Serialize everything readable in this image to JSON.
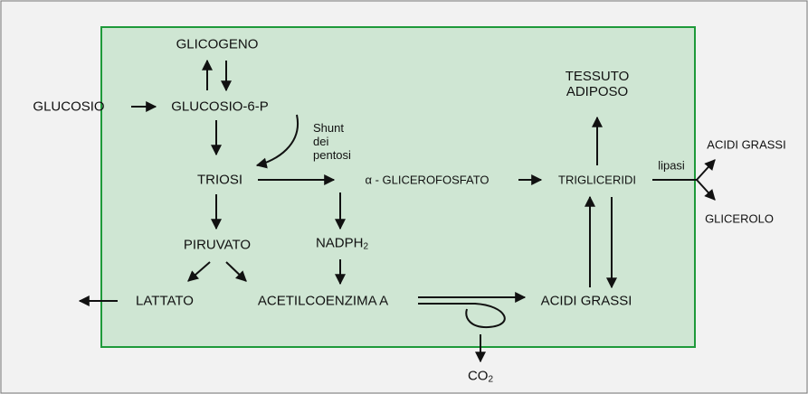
{
  "nodes": {
    "glicogeno": "GLICOGENO",
    "glucosio": "GLUCOSIO",
    "glucosio6p": "GLUCOSIO-6-P",
    "shunt_line1": "Shunt",
    "shunt_line2": "dei",
    "shunt_line3": "pentosi",
    "triosi": "TRIOSI",
    "alpha_glicerofosfato": "α - GLICEROFOSFATO",
    "trigliceridi": "TRIGLICERIDI",
    "tessuto_line1": "TESSUTO",
    "tessuto_line2": "ADIPOSO",
    "lipasi": "lipasi",
    "acidi_grassi_out": "ACIDI GRASSI",
    "glicerolo": "GLICEROLO",
    "piruvato": "PIRUVATO",
    "nadph_base": "NADPH",
    "nadph_sub": "2",
    "lattato": "LATTATO",
    "acetilcoenzima": "ACETILCOENZIMA A",
    "acidi_grassi": "ACIDI GRASSI",
    "co2_base": "CO",
    "co2_sub": "2"
  },
  "colors": {
    "background": "#f2f2f2",
    "box_fill": "#cfe6d3",
    "box_border": "#1e9a3a",
    "arrow": "#111111",
    "outer_border": "#777777"
  }
}
